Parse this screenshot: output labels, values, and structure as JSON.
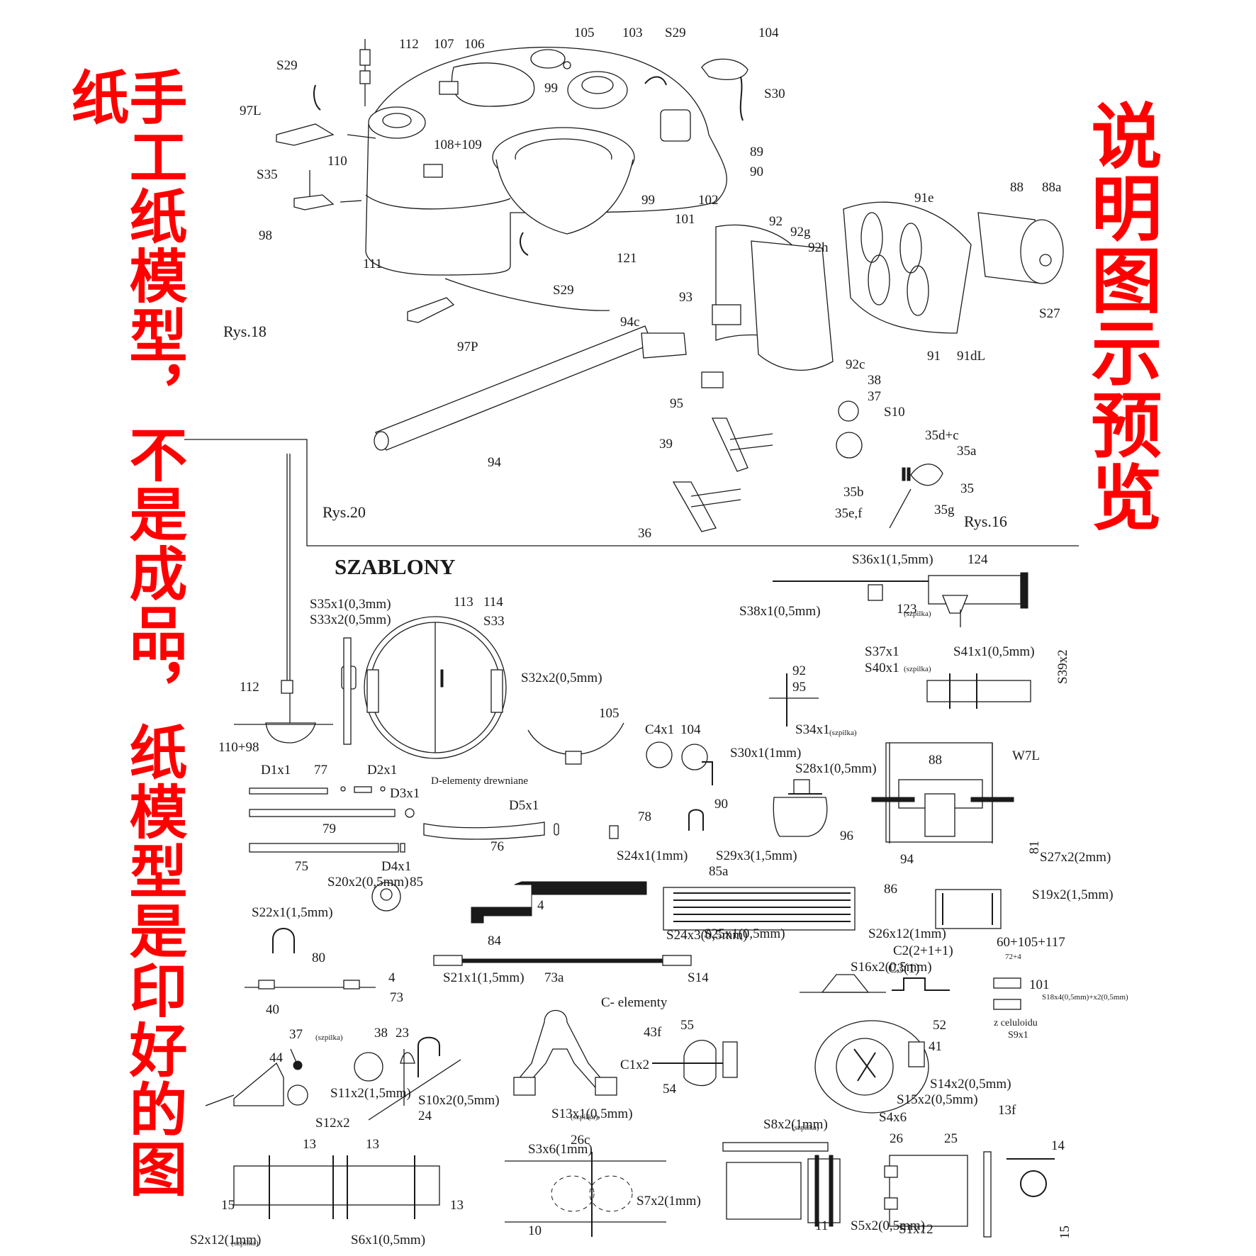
{
  "banners": {
    "left": "手工纸模型，不是成品，纸模型是印好的图纸",
    "right": "说明图示预览",
    "color": "#ff0000"
  },
  "sections": {
    "rys18": "Rys.18",
    "rys20": "Rys.20",
    "rys16": "Rys.16",
    "szablony": "SZABLONY"
  },
  "labels": [
    "112",
    "107",
    "106",
    "105",
    "103",
    "S29",
    "104",
    "S29",
    "97L",
    "110",
    "108+109",
    "99",
    "S30",
    "89",
    "90",
    "S35",
    "99",
    "101",
    "102",
    "98",
    "111",
    "121",
    "S29",
    "97P",
    "92",
    "92g",
    "92h",
    "91e",
    "88",
    "88a",
    "93",
    "94c",
    "91",
    "91dL",
    "S27",
    "92c",
    "95",
    "38",
    "37",
    "S10",
    "39",
    "35d+c",
    "35a",
    "35b",
    "35",
    "35e,f",
    "35g",
    "36",
    "94",
    "S36x1(1,5mm)",
    "124",
    "S38x1(0,5mm)",
    "123",
    "S35x1(0,3mm)",
    "S33x2(0,5mm)",
    "113",
    "114",
    "S33",
    "S37x1",
    "S41x1(0,5mm)",
    "S40x1",
    "S39x2",
    "S32x2(0,5mm)",
    "112",
    "92",
    "95",
    "S34x1",
    "110+98",
    "105",
    "C4x1",
    "104",
    "S30x1(1mm)",
    "S28x1(0,5mm)",
    "W7L",
    "88",
    "D1x1",
    "77",
    "D2x1",
    "D-elementy drewniane",
    "D3x1",
    "90",
    "D5x1",
    "78",
    "79",
    "76",
    "S24x1(1mm)",
    "S29x3(1,5mm)",
    "96",
    "75",
    "D4x1",
    "94",
    "S27x2(2mm)",
    "81",
    "S20x2(0,5mm)",
    "85",
    "85a",
    "86",
    "S19x2(1,5mm)",
    "S22x1(1,5mm)",
    "4",
    "80",
    "84",
    "S24x3(0,5mm)",
    "S25x1(0,5mm)",
    "S26x12(1mm)",
    "C2(2+1+1)",
    "60+105+117",
    "72+4",
    "4",
    "73",
    "S21x1(1,5mm)",
    "73a",
    "S14",
    "S16x2(0,5mm)",
    "C3(1)",
    "101",
    "S18x4(0,5mm)+x2(0,5mm)",
    "40",
    "C- elementy",
    "z celuloidu",
    "S9x1",
    "37",
    "38",
    "23",
    "44",
    "43f",
    "55",
    "52",
    "41",
    "C1x2",
    "S11x2(1,5mm)",
    "S10x2(0,5mm)",
    "24",
    "S12x2",
    "S13x1(0,5mm)",
    "54",
    "S15x2(0,5mm)",
    "S14x2(0,5mm)",
    "S4x6",
    "S8x2(1mm)",
    "13f",
    "13",
    "13",
    "S3x6(1mm)",
    "26c",
    "26",
    "25",
    "14",
    "S7x2(1mm)",
    "15",
    "15",
    "13",
    "10",
    "11",
    "S5x2(0,5mm)",
    "S1x12",
    "S2x12(1mm)",
    "S6x1(0,5mm)"
  ],
  "small_notes": {
    "szpilka": "(szpilka)"
  }
}
